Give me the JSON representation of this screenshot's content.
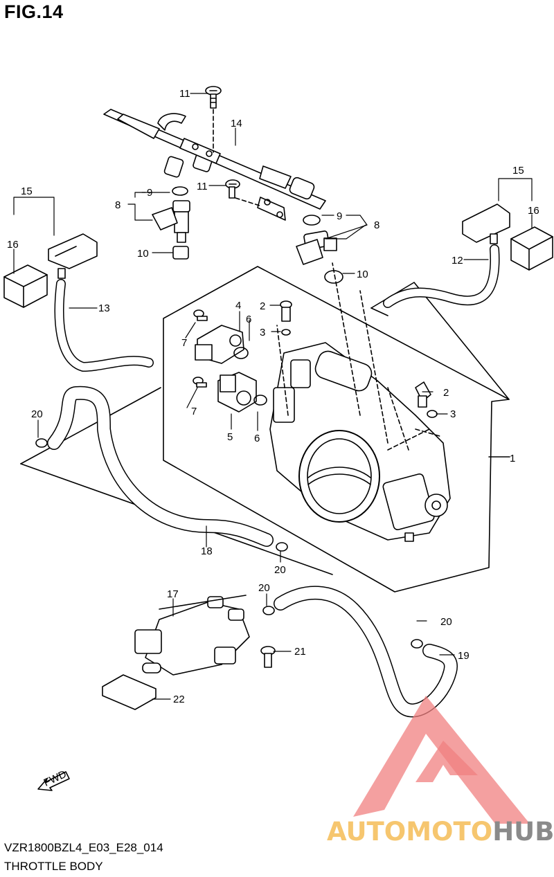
{
  "figure": {
    "label": "FIG.14"
  },
  "footer": {
    "code": "VZR1800BZL4_E03_E28_014",
    "title": "THROTTLE BODY"
  },
  "fwd_label": "FWD",
  "watermark": {
    "part1": "AUTOMOTO",
    "part2": "HUB",
    "color_red": "#f08080",
    "color_orange": "#f6c66f",
    "color_gray": "#8a8a8a"
  },
  "callouts": [
    "1",
    "2",
    "2",
    "3",
    "3",
    "4",
    "5",
    "6",
    "6",
    "7",
    "7",
    "8",
    "8",
    "9",
    "9",
    "10",
    "10",
    "11",
    "11",
    "12",
    "13",
    "14",
    "15",
    "15",
    "16",
    "16",
    "17",
    "18",
    "19",
    "20",
    "20",
    "20",
    "20",
    "21",
    "22"
  ]
}
